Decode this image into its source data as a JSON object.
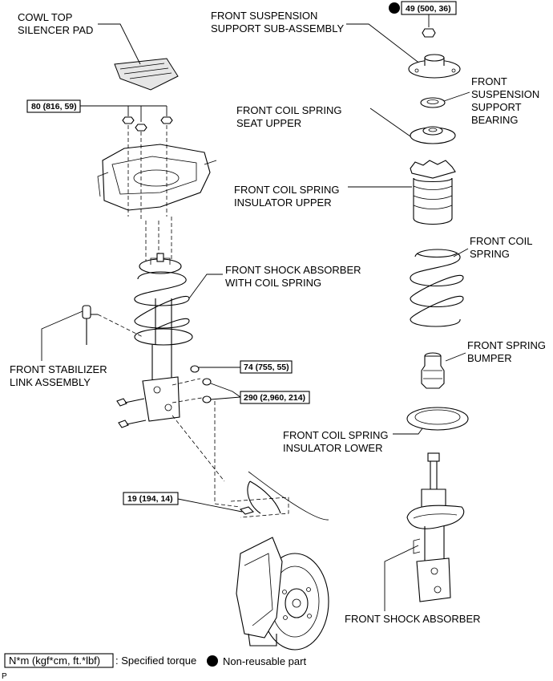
{
  "labels": {
    "cowl_top": [
      "COWL TOP",
      "SILENCER PAD"
    ],
    "front_susp_support": [
      "FRONT SUSPENSION",
      "SUPPORT SUB-ASSEMBLY"
    ],
    "front_susp_bearing": [
      "FRONT",
      "SUSPENSION",
      "SUPPORT",
      "BEARING"
    ],
    "coil_seat_upper": [
      "FRONT COIL SPRING",
      "SEAT UPPER"
    ],
    "coil_insulator_upper": [
      "FRONT COIL SPRING",
      "INSULATOR UPPER"
    ],
    "shock_with_spring": [
      "FRONT SHOCK ABSORBER",
      "WITH COIL SPRING"
    ],
    "front_coil_spring": [
      "FRONT COIL",
      "SPRING"
    ],
    "stabilizer_link": [
      "FRONT STABILIZER",
      "LINK ASSEMBLY"
    ],
    "spring_bumper": [
      "FRONT SPRING",
      "BUMPER"
    ],
    "coil_insulator_lower": [
      "FRONT COIL SPRING",
      "INSULATOR LOWER"
    ],
    "front_shock": [
      "FRONT SHOCK ABSORBER"
    ]
  },
  "torques": {
    "t49": "49 (500, 36)",
    "t80": "80 (816, 59)",
    "t74": "74 (755, 55)",
    "t290": "290 (2,960, 214)",
    "t19": "19 (194, 14)"
  },
  "legend": {
    "torque_box": "N*m (kgf*cm, ft.*lbf)",
    "torque_text": ": Specified torque",
    "nonreusable_text": "Non-reusable part"
  },
  "corner_mark": "P"
}
